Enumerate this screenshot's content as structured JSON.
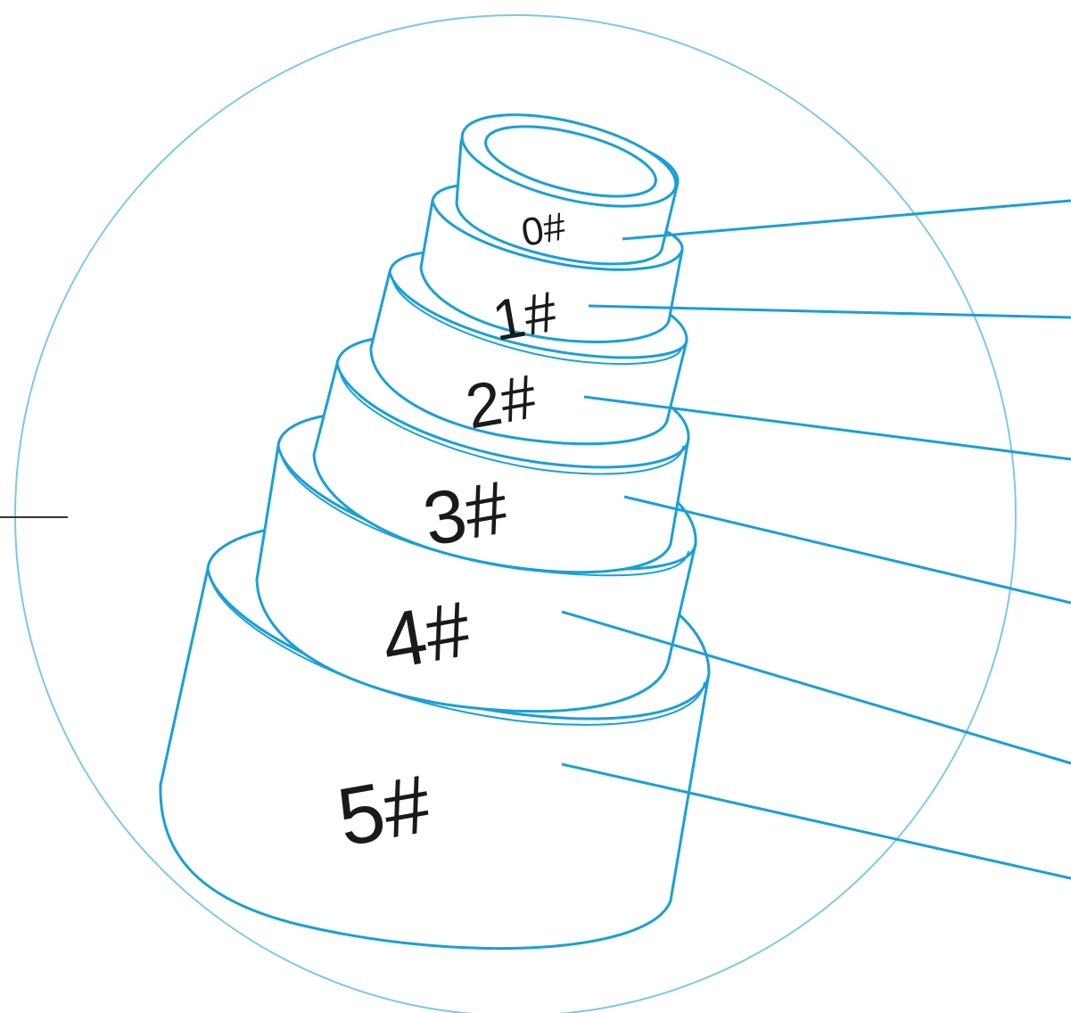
{
  "colors": {
    "stroke": "#1a9fd8",
    "circle": "#7fc7e8",
    "text": "#1a1a1a",
    "background": "#ffffff"
  },
  "tiers": [
    {
      "label": "0#"
    },
    {
      "label": "1#"
    },
    {
      "label": "2#"
    },
    {
      "label": "3#"
    },
    {
      "label": "4#"
    },
    {
      "label": "5#"
    }
  ]
}
